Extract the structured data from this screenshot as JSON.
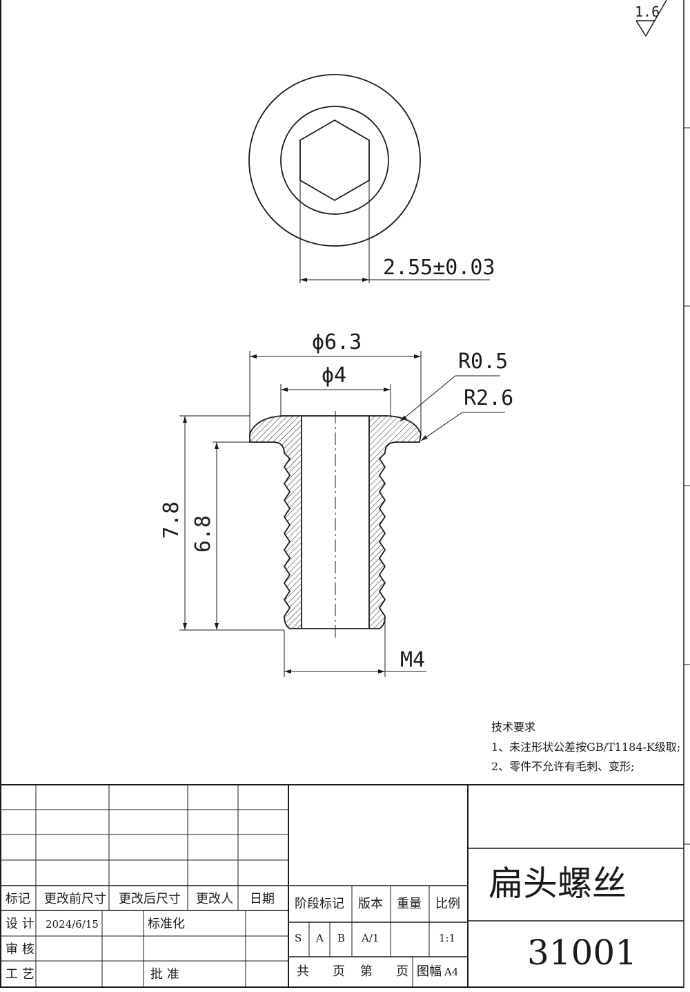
{
  "drawing": {
    "title": "扁头螺丝",
    "part_number": "31001",
    "surface_roughness": "1.6"
  },
  "dimensions": {
    "hex_across_flats": "2.55±0.03",
    "head_diameter": "ϕ6.3",
    "bore_diameter": "ϕ4",
    "edge_radius": "R0.5",
    "head_radius": "R2.6",
    "total_length": "7.8",
    "thread_length": "6.8",
    "thread": "M4"
  },
  "technical_requirements": {
    "heading": "技术要求",
    "items": [
      "1、未注形状公差按GB/T1184-K级取;",
      "2、零件不允许有毛刺、变形;"
    ]
  },
  "revision_block": {
    "headers": [
      "标记",
      "更改前尺寸",
      "更改后尺寸",
      "更改人",
      "日期"
    ],
    "design_label": "设 计",
    "design_date": "2024/6/15",
    "standardization_label": "标准化",
    "review_label": "审 核",
    "process_label": "工 艺",
    "approval_label": "批 准"
  },
  "info_block": {
    "headers": [
      "阶段标记",
      "版本",
      "重量",
      "比例"
    ],
    "stage_marks": [
      "S",
      "A",
      "B"
    ],
    "version": "A/1",
    "scale": "1:1",
    "total_label": "共",
    "page_label": "页",
    "nth_label": "第",
    "page_label2": "页",
    "sheet_size_label": "图幅",
    "sheet_size": "A4"
  }
}
